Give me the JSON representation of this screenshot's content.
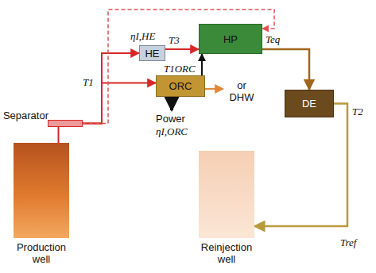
{
  "diagram": {
    "nodes": [
      {
        "text": [
          "HE"
        ]
      },
      {
        "text": [
          "HP"
        ]
      },
      {
        "text": [
          "ORC"
        ]
      },
      {
        "text": [
          "Separator"
        ]
      },
      {
        "text": [
          "DE"
        ]
      },
      {
        "text": [
          "Production well"
        ]
      },
      {
        "text": [
          "Reinjection well"
        ]
      }
    ],
    "edges": [
      {
        "from": 5,
        "to": 3,
        "arrow": "none"
      },
      {
        "from": 3,
        "to": 0,
        "arrow": "to"
      },
      {
        "from": 3,
        "to": 2,
        "arrow": "to"
      },
      {
        "from": 3,
        "to": 1,
        "arrow": "to"
      },
      {
        "from": 0,
        "to": 1,
        "arrow": "to"
      },
      {
        "from": 2,
        "to": 1,
        "arrow": "to"
      },
      {
        "from": 1,
        "to": 4,
        "arrow": "to"
      },
      {
        "from": 4,
        "to": 6,
        "arrow": "to"
      }
    ],
    "labels": [
      "T1",
      "T3",
      "T1ORC",
      "Teq",
      "T2",
      "Tref",
      "Power",
      "ηI,ORC",
      "ηI,HE",
      "or DHW"
    ]
  }
}
